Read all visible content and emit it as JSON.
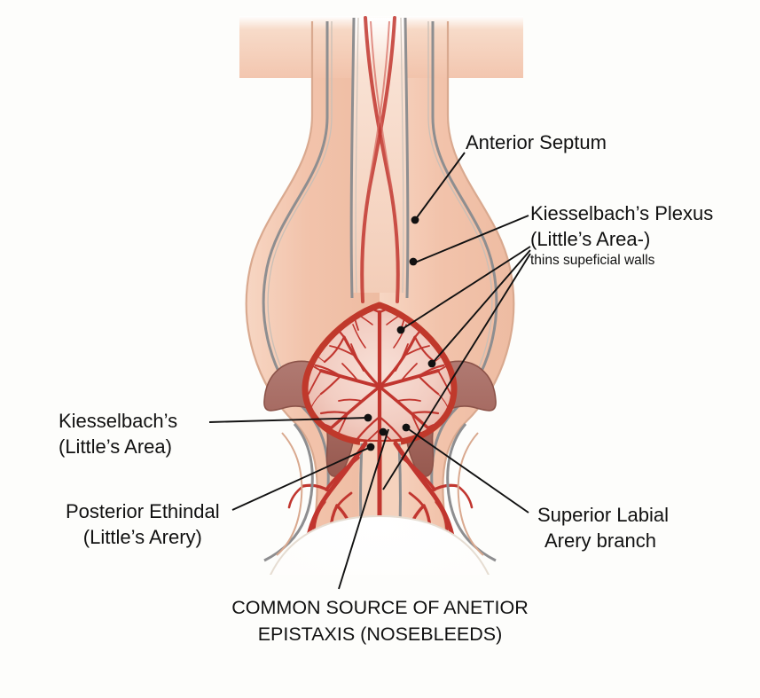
{
  "figure": {
    "title_caption": {
      "line1": "COMMON SOURCE OF ANETIOR",
      "line2": "EPISTAXIS (NOSEBLEEDS)"
    },
    "labels": [
      {
        "id": "anterior-septum",
        "line1": "Anterior Septum",
        "line2": "",
        "note": ""
      },
      {
        "id": "kiesselbachs-plexus",
        "line1": "Kiesselbach’s Plexus",
        "line2": "(Little’s Area-)",
        "note": "thins supeficial walls"
      },
      {
        "id": "kiesselbachs-littles-area",
        "line1": "Kiesselbach’s",
        "line2": "(Little’s Area)",
        "note": ""
      },
      {
        "id": "posterior-ethindal",
        "line1": "Posterior Ethindal",
        "line2": "(Little’s Arery)",
        "note": ""
      },
      {
        "id": "superior-labial-artery",
        "line1": "Superior Labial",
        "line2": "Arery branch",
        "note": ""
      }
    ],
    "colors": {
      "background": "#fdfdfb",
      "skin": "#f2c3ab",
      "skin_light": "#f8ddcd",
      "mucosa_wall": "#8e8e90",
      "plexus_fill": "#f4d3c9",
      "plexus_border": "#c0392b",
      "vessel": "#c1362f",
      "vessel_dark": "#a52f28",
      "turbinate": "#a86b63",
      "leader_line": "#111111",
      "text": "#111111"
    },
    "structures": [
      "nasal dorsum",
      "nasal septum",
      "anterior septum",
      "Kiesselbach's plexus",
      "inferior turbinate",
      "columella",
      "nostril arcade arteries",
      "superior labial artery branch",
      "upper lip"
    ]
  }
}
